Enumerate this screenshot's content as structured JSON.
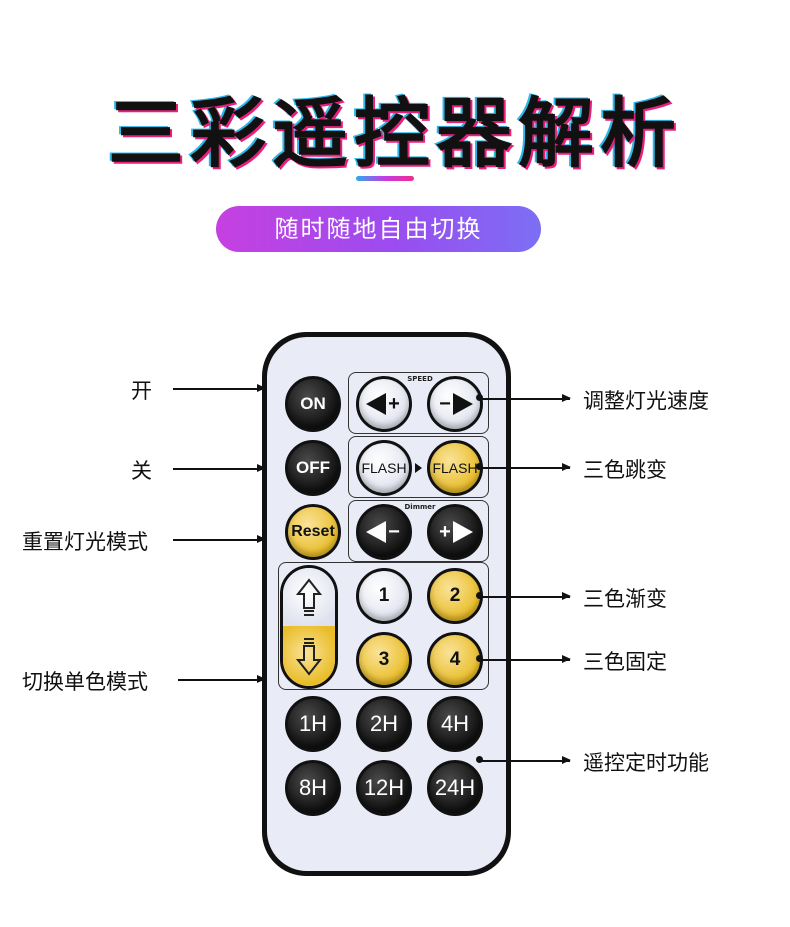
{
  "header": {
    "title": "三彩遥控器解析",
    "subtitle": "随时随地自由切换"
  },
  "remote": {
    "buttons": {
      "on": "ON",
      "off": "OFF",
      "reset": "Reset",
      "flash_white": "FLASH",
      "flash_yellow": "FLASH",
      "num_1": "1",
      "num_2": "2",
      "num_3": "3",
      "num_4": "4",
      "timer_1h": "1H",
      "timer_2h": "2H",
      "timer_4h": "4H",
      "timer_8h": "8H",
      "timer_12h": "12H",
      "timer_24h": "24H"
    },
    "groups": {
      "speed": "SPEED",
      "dimmer": "Dimmer"
    }
  },
  "annotations": {
    "left": {
      "on": "开",
      "off": "关",
      "reset": "重置灯光模式",
      "switch_mode": "切换单色模式"
    },
    "right": {
      "speed": "调整灯光速度",
      "flash": "三色跳变",
      "gradual": "三色渐变",
      "fixed": "三色固定",
      "timer": "遥控定时功能"
    }
  },
  "colors": {
    "accent_pink": "#ee2d90",
    "accent_blue": "#2fa8ee",
    "button_yellow": "#e9bd2a",
    "button_dark": "#111111",
    "remote_face": "#e9ebf7"
  }
}
